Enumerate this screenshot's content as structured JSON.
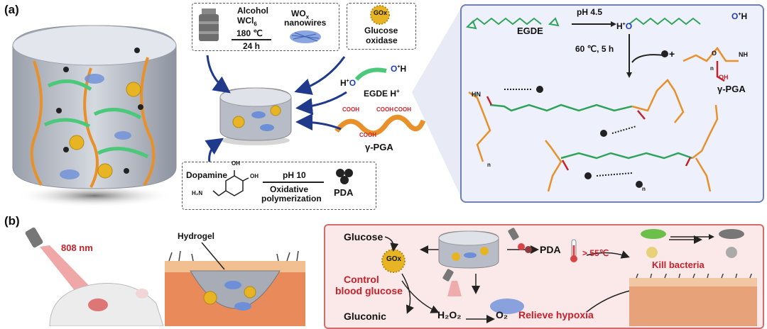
{
  "panel_a": {
    "label": "(a)",
    "synthesis": {
      "reagent1": "Alcohol",
      "reagent2": "WCl",
      "reagent2_sub": "6",
      "temp": "180 ℃",
      "time": "24 h",
      "product": "WO",
      "product_sub": "x",
      "product2": "nanowires"
    },
    "gox": {
      "badge": "GOx",
      "line1": "Glucose",
      "line2": "oxidase"
    },
    "egde_h": {
      "label": "EGDE H",
      "sup": "+",
      "h_left": "H",
      "h_right": "H"
    },
    "pga": {
      "label": "γ-PGA",
      "cooh": "COOH"
    },
    "dopamine": {
      "name": "Dopamine",
      "oh1": "OH",
      "oh2": "OH",
      "nh2": "H₂N",
      "condition": "pH 10",
      "process1": "Oxidative",
      "process2": "polymerization",
      "product": "PDA"
    },
    "mechanism": {
      "egde": "EGDE",
      "ph": "pH 4.5",
      "h": "H",
      "h2": "H",
      "cond": "60 ℃, 5 h",
      "pga": "γ-PGA",
      "o": "O",
      "oh": "OH",
      "nh": "NH",
      "n": "n",
      "hn": "HN",
      "h_atom": "H",
      "plus": "+"
    }
  },
  "panel_b": {
    "label": "(b)",
    "laser": "808 nm",
    "hydrogel": "Hydrogel",
    "glucose": "Glucose",
    "gox": "GOx",
    "control1": "Control",
    "control2": "blood glucose",
    "pda": "PDA",
    "temp": "55℃",
    "kill": "Kill bacteria",
    "gluconic": "Gluconic",
    "h2o2": "H₂O₂",
    "o2": "O₂",
    "relieve": "Relieve hypoxia"
  },
  "colors": {
    "orange": "#e8902a",
    "green": "#2fa35a",
    "red": "#c8202a",
    "blue_panel": "#6f7fb8",
    "red_panel": "#d46a6a",
    "gox_yellow": "#e7b424"
  }
}
